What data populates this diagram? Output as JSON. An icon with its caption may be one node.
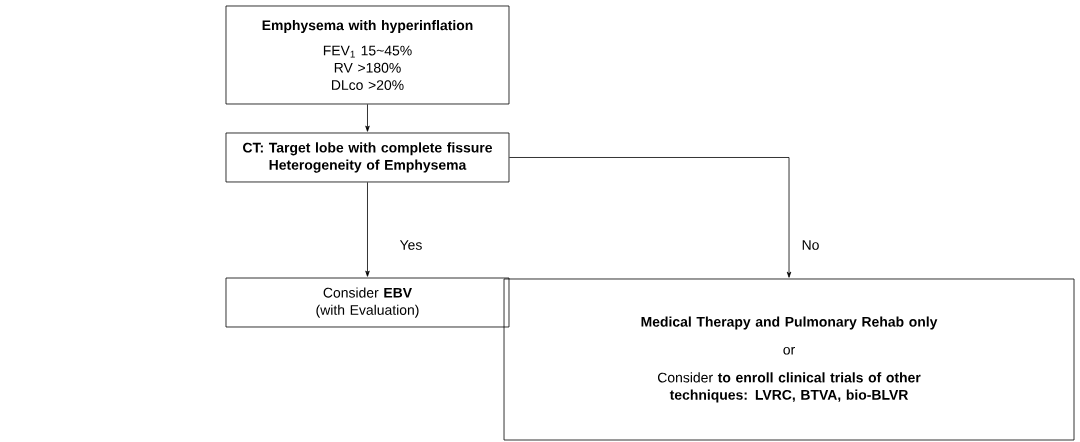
{
  "diagram": {
    "nodes": [
      {
        "text": [
          "Emphysema with hyperinflation",
          "FEV$_{1}$ 15~45%",
          "RV >180%",
          "DLco >20%"
        ]
      },
      {
        "text": [
          "CT: Target lobe with complete fissure",
          "Heterogeneity of Emphysema"
        ]
      },
      {
        "text": [
          "Consider **EBV**",
          "(with Evaluation)"
        ]
      },
      {
        "text": [
          "Medical Therapy and Pulmonary Rehab only",
          "or",
          "Consider **to enroll clinical trials of other techniques: LVRC, BTVA, bio-BLVR**"
        ]
      }
    ],
    "edges": [
      {
        "from": 0,
        "to": 1,
        "arrow": "to"
      },
      {
        "from": 1,
        "to": 2,
        "arrow": "to",
        "label": "Yes"
      },
      {
        "from": 1,
        "to": 3,
        "arrow": "to",
        "label": "No"
      }
    ]
  }
}
